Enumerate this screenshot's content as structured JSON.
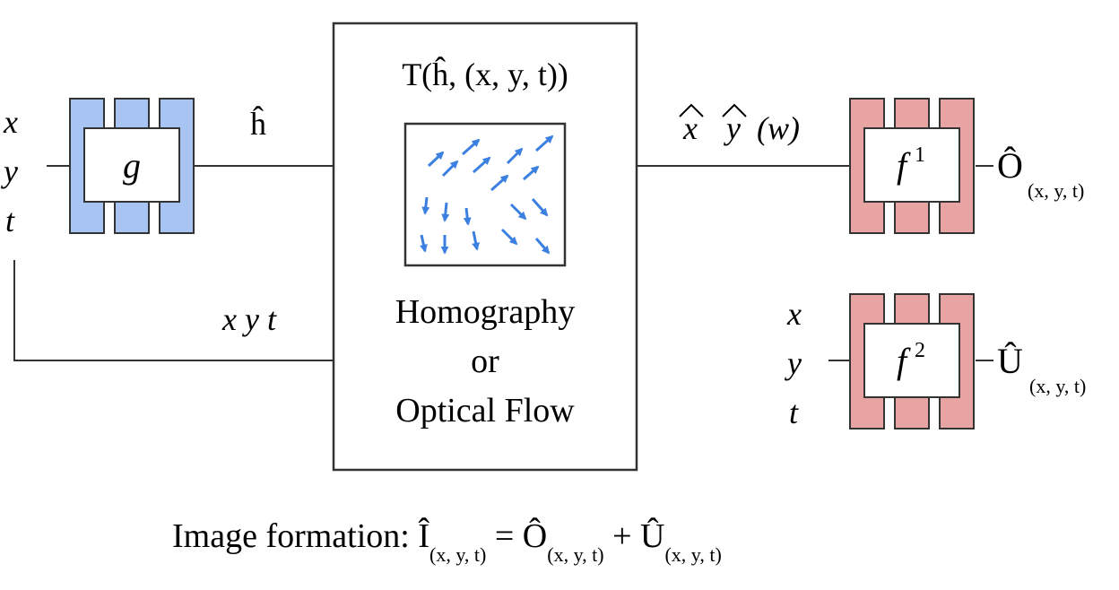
{
  "colors": {
    "encoder_fill": "#a7c4f2",
    "decoder_fill": "#e8a3a3",
    "line": "#333333",
    "arrow": "#3b7fe0"
  },
  "inputs_left": {
    "x": "x",
    "y": "y",
    "t": "t"
  },
  "encoder": {
    "label": "g"
  },
  "latent": {
    "label": "ĥ"
  },
  "bypass": {
    "label": "x y t"
  },
  "transform": {
    "title": "T(ĥ, (x, y, t))",
    "line1": "Homography",
    "line2": "or",
    "line3": "Optical Flow",
    "flow_icon": "vector-field-icon"
  },
  "warped_coords": {
    "x": "x",
    "y": "y",
    "w": "(w)"
  },
  "decoder1": {
    "label": "f",
    "sup": "1",
    "output": "Ô",
    "output_sub": "(x, y, t)"
  },
  "decoder2": {
    "inputs": {
      "x": "x",
      "y": "y",
      "t": "t"
    },
    "label": "f",
    "sup": "2",
    "output": "Û",
    "output_sub": "(x, y, t)"
  },
  "formula": {
    "prefix": "Image formation: ",
    "i": "Î",
    "i_sub": "(x, y, t)",
    "eq": " = ",
    "o": "Ô",
    "o_sub": "(x, y, t)",
    "plus": " + ",
    "u": "Û",
    "u_sub": "(x, y, t)"
  }
}
